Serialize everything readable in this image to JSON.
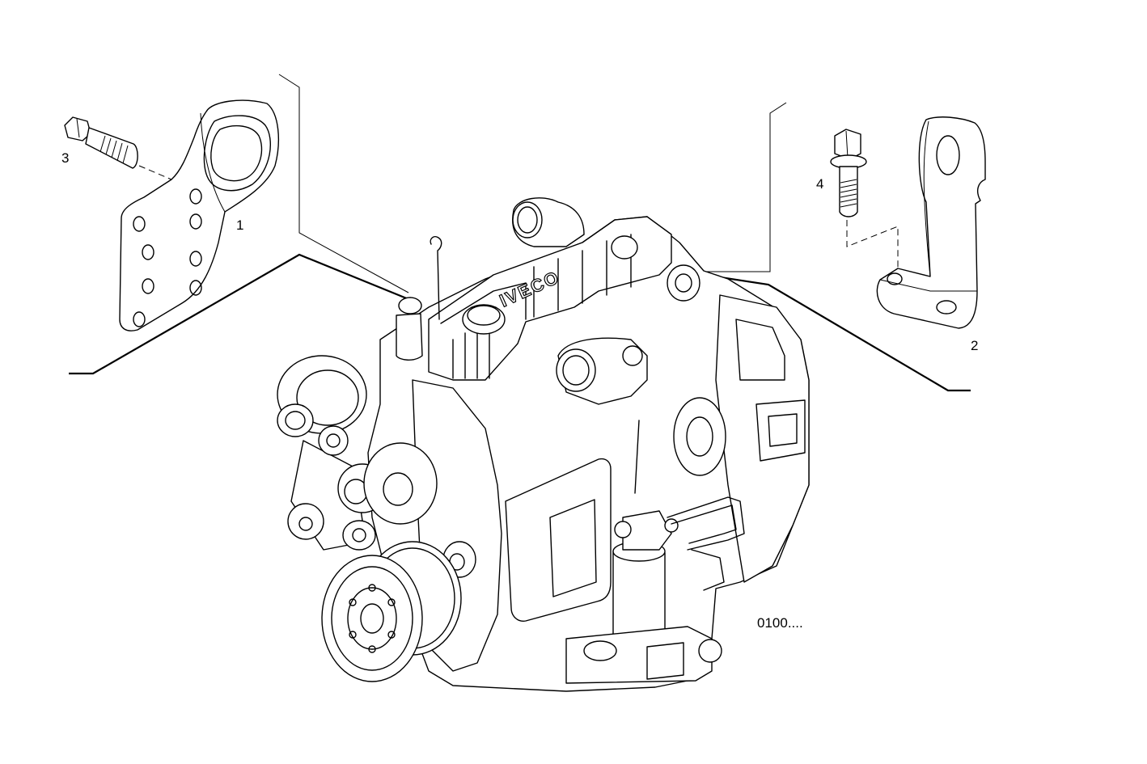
{
  "callouts": {
    "part1": "1",
    "part2": "2",
    "part3": "3",
    "part4": "4"
  },
  "reference_code": "0100....",
  "engine_brand": "IVECO",
  "colors": {
    "line": "#000000",
    "background": "#ffffff"
  }
}
